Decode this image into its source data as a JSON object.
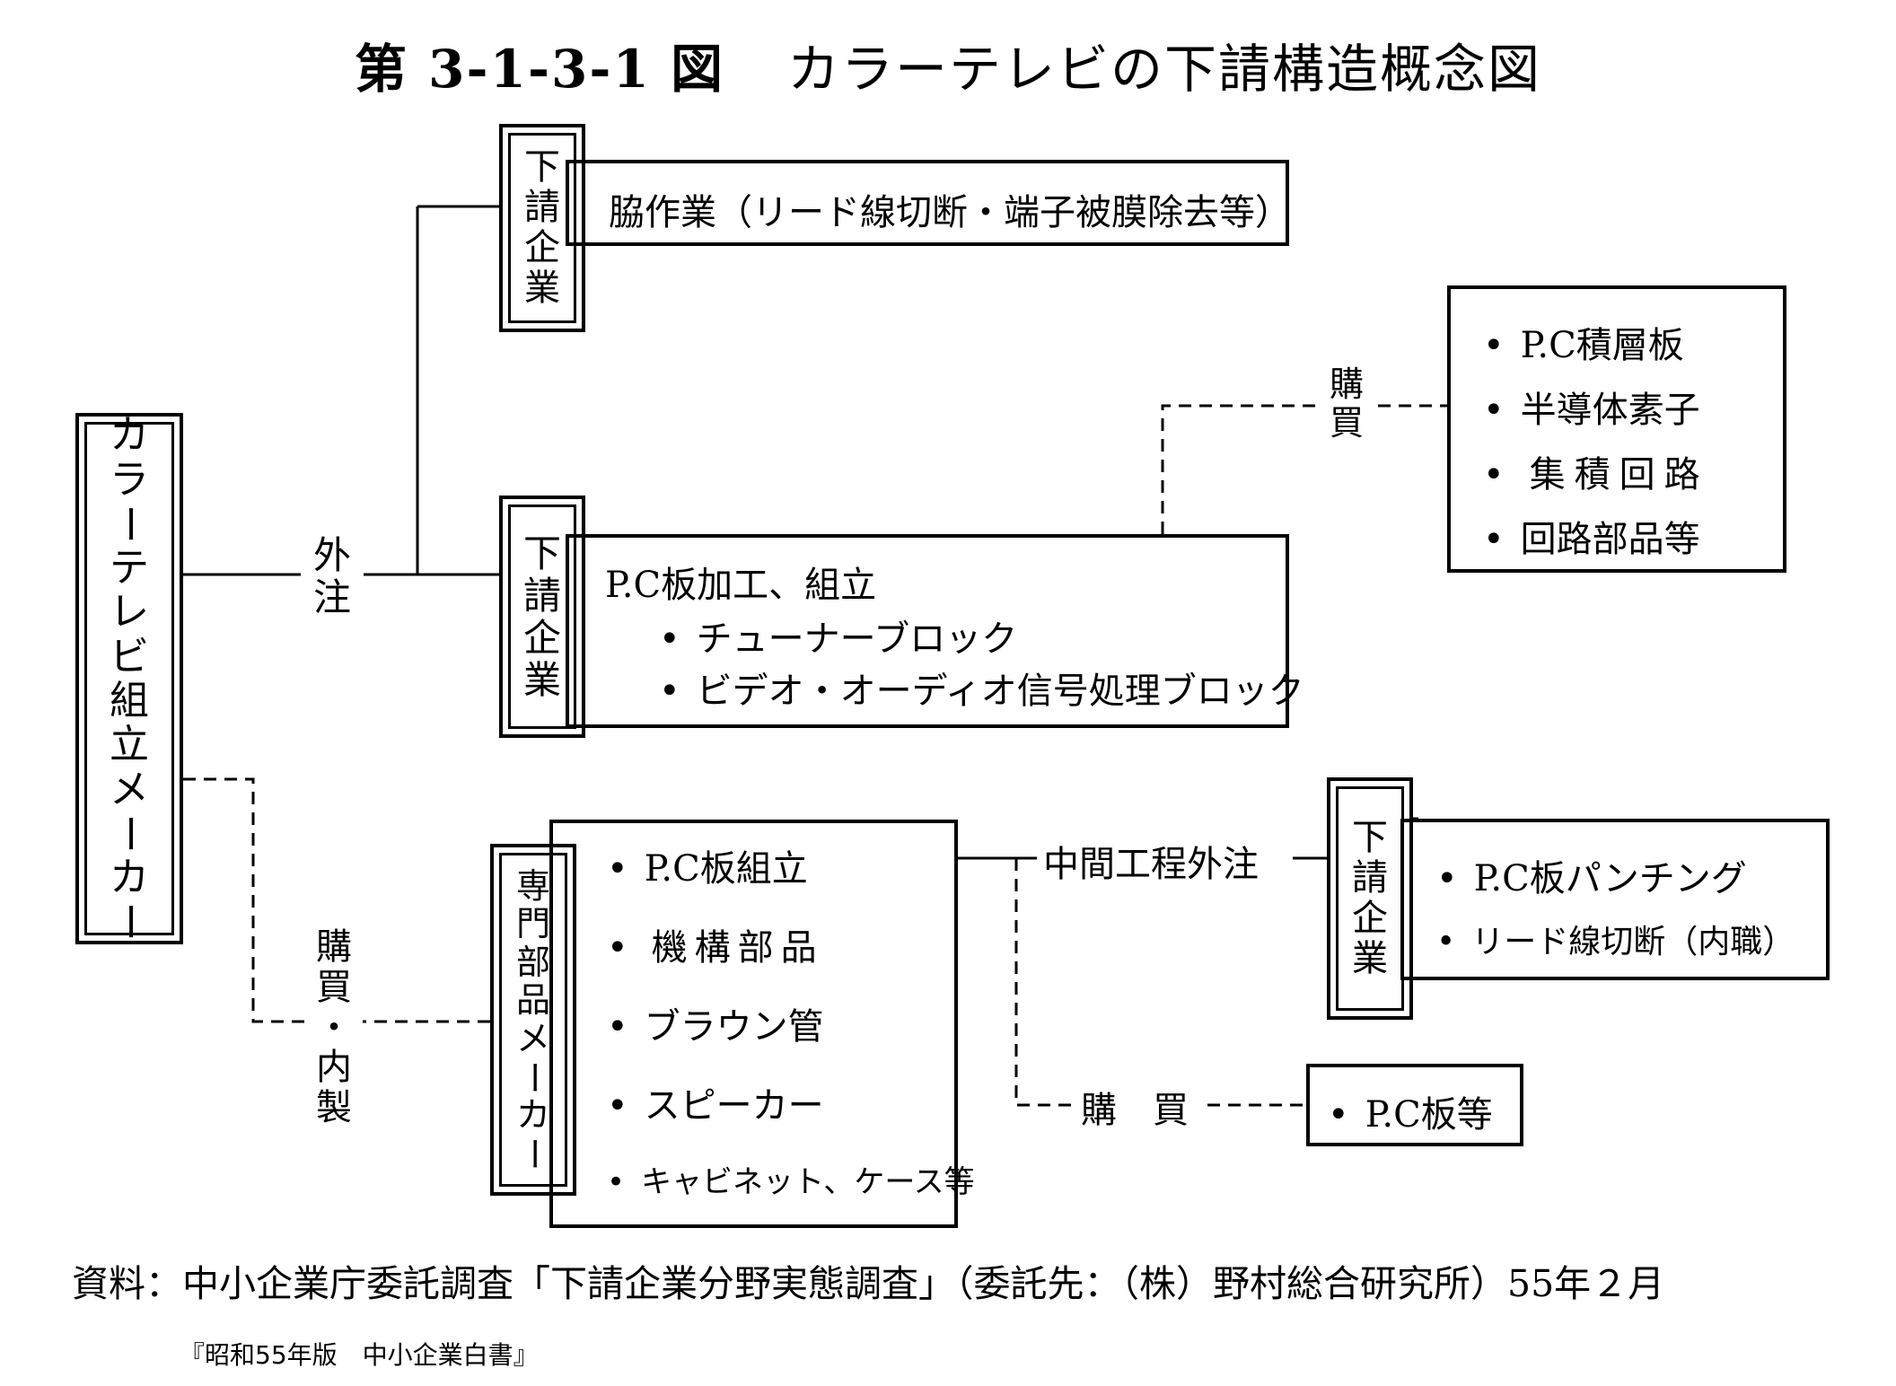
{
  "title": {
    "number": "第 3-1-3-1 図",
    "text": "カラーテレビの下請構造概念図"
  },
  "maker": {
    "label": "カラーテレビ組立メーカー"
  },
  "subcontractor_top": {
    "label": "下請企業",
    "work": "脇作業（リード線切断・端子被膜除去等）"
  },
  "subcontractor_mid": {
    "label": "下請企業",
    "heading": "P.C板加工、組立",
    "items": [
      "チューナーブロック",
      "ビデオ・オーディオ信号処理ブロック"
    ]
  },
  "purchased_parts": {
    "items": [
      "P.C積層板",
      "半導体素子",
      "集積回路",
      "回路部品等"
    ]
  },
  "parts_maker": {
    "label": "専門部品メーカー",
    "items": [
      "P.C板組立",
      "機構部品",
      "ブラウン管",
      "スピーカー",
      "キャビネット、ケース等"
    ]
  },
  "subcontractor_bottom": {
    "label": "下請企業",
    "items": [
      "P.C板パンチング",
      "リード線切断（内職）"
    ]
  },
  "purchase_pc": {
    "item": "P.C板等"
  },
  "edge_labels": {
    "outsource": "外注",
    "purchase_top": "購買",
    "purchase_inhouse": [
      "購買",
      "・",
      "内製"
    ],
    "intermediate": "中間工程外注",
    "purchase_bottom": "購　買"
  },
  "source": "資料：中小企業庁委託調査「下請企業分野実態調査」（委託先：（株）野村総合研究所）55年２月",
  "citation": "『昭和55年版　中小企業白書』"
}
